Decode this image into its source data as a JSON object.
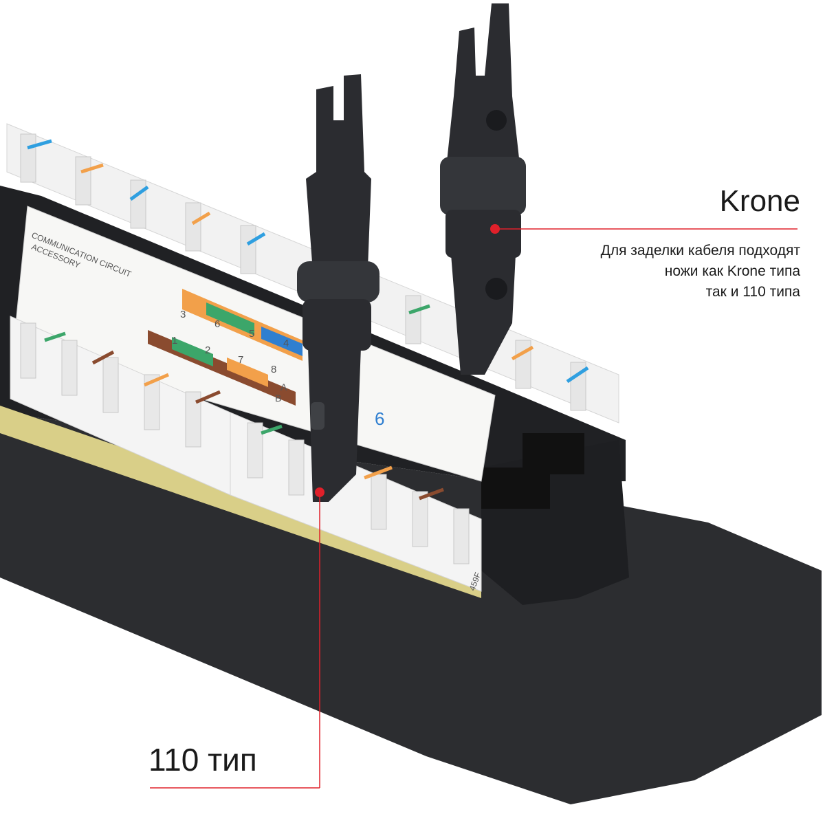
{
  "callouts": {
    "krone": {
      "title": "Krone",
      "description_lines": [
        "Для заделки кабеля подходят",
        "ножи как Krone типа",
        "так и 110 типа"
      ]
    },
    "type_110": {
      "title": "110 тип"
    }
  },
  "panel": {
    "label_line1": "COMMUNICATION CIRCUIT",
    "label_line2": "ACCESSORY",
    "pin_numbers_top": [
      "3",
      "6",
      "5",
      "4"
    ],
    "pin_numbers_bottom": [
      "1",
      "2",
      "7",
      "8"
    ],
    "legend_letters": [
      "A",
      "B"
    ],
    "category_mark": "6",
    "board_code": "459F"
  },
  "colors": {
    "accent_line": "#e0202a",
    "panel_body": "#2c2d30",
    "idc_block": "#f2f2f2",
    "label_plate": "#f7f7f5"
  }
}
